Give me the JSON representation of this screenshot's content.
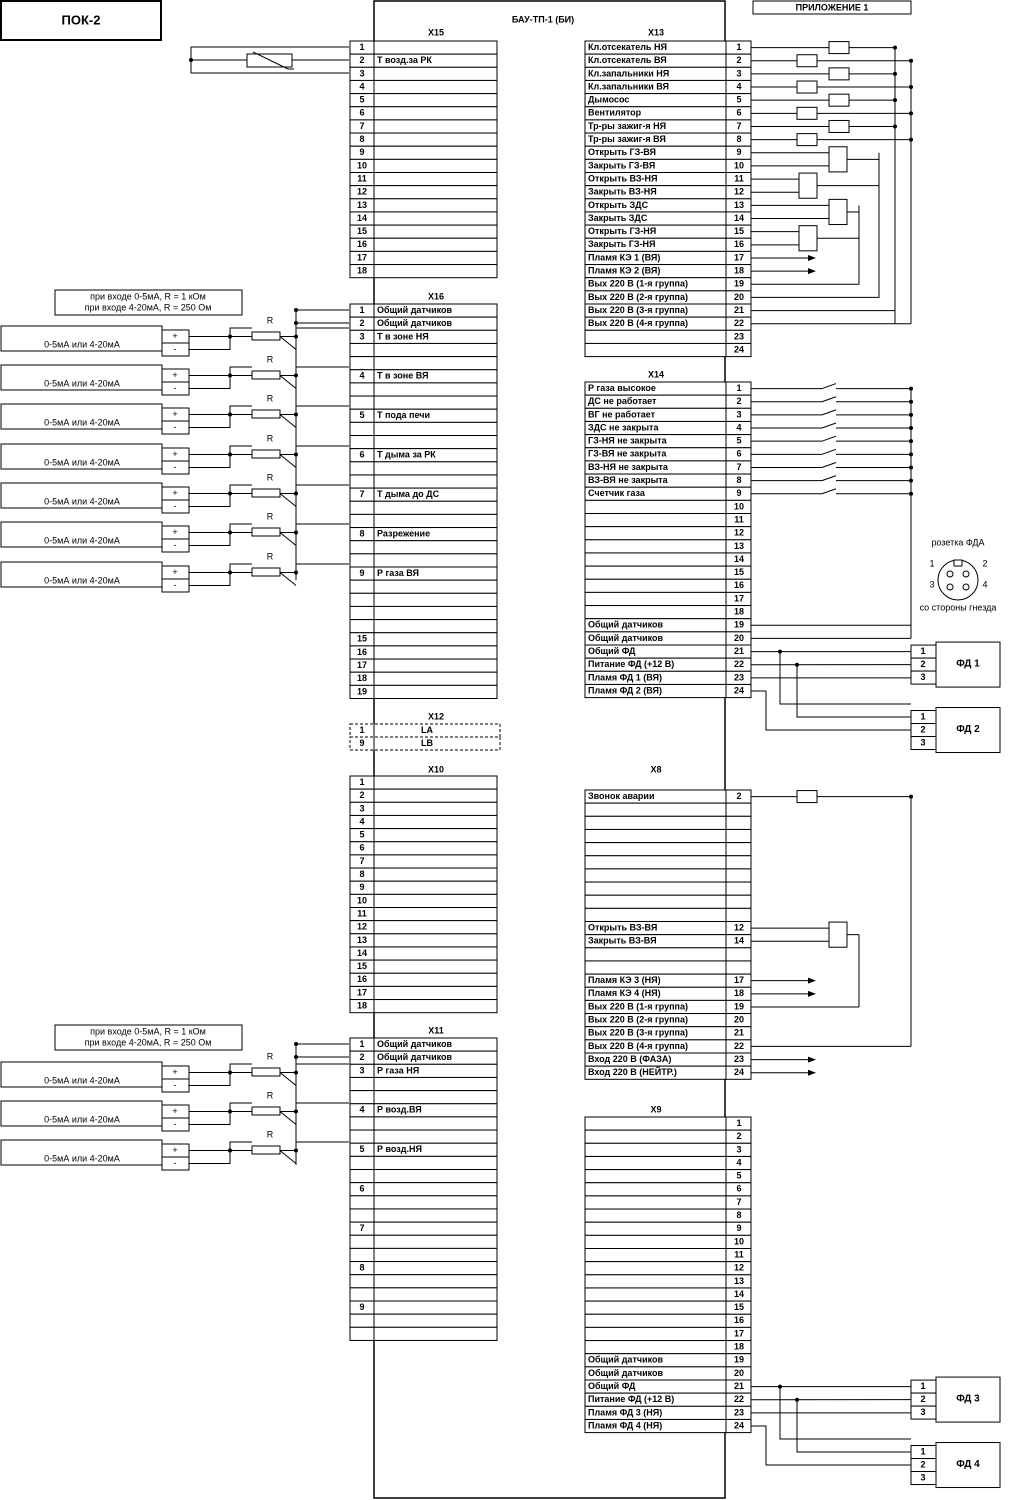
{
  "title_box": "ПОК-2",
  "appendix": "ПРИЛОЖЕНИЕ 1",
  "unit": "БАУ-ТП-1 (БИ)",
  "note_lines": [
    "при входе 0-5мА, R = 1 кОм",
    "при входе 4-20мА, R = 250 Ом"
  ],
  "sensor_label": "0-5мА или 4-20мА",
  "resistor_label": "R",
  "plus": "+",
  "minus": "-",
  "x15": {
    "title": "X15",
    "first": "Т возд.за РК"
  },
  "x16": {
    "title": "X16",
    "rows": [
      {
        "n": "1",
        "label": "Общий датчиков"
      },
      {
        "n": "2",
        "label": "Общий датчиков"
      },
      {
        "n": "3",
        "label": "Т в зоне НЯ"
      },
      {
        "n": "4",
        "label": "Т в зоне ВЯ"
      },
      {
        "n": "5",
        "label": "Т пода печи"
      },
      {
        "n": "6",
        "label": "Т дыма за РК"
      },
      {
        "n": "7",
        "label": "Т дыма до ДС"
      },
      {
        "n": "8",
        "label": "Разрежение"
      },
      {
        "n": "9",
        "label": "Р газа ВЯ"
      },
      {
        "n": "15",
        "label": ""
      },
      {
        "n": "16",
        "label": ""
      },
      {
        "n": "17",
        "label": ""
      },
      {
        "n": "18",
        "label": ""
      },
      {
        "n": "19",
        "label": ""
      }
    ]
  },
  "x12": {
    "title": "X12",
    "rows": [
      {
        "n": "1",
        "label": "LA"
      },
      {
        "n": "9",
        "label": "LB"
      }
    ]
  },
  "x10": {
    "title": "X10"
  },
  "x11": {
    "title": "X11",
    "rows": [
      {
        "n": "1",
        "label": "Общий датчиков"
      },
      {
        "n": "2",
        "label": "Общий датчиков"
      },
      {
        "n": "3",
        "label": "Р газа НЯ"
      },
      {
        "n": "4",
        "label": "Р возд.ВЯ"
      },
      {
        "n": "5",
        "label": "Р возд.НЯ"
      },
      {
        "n": "6",
        "label": ""
      },
      {
        "n": "7",
        "label": ""
      },
      {
        "n": "8",
        "label": ""
      },
      {
        "n": "9",
        "label": ""
      }
    ]
  },
  "x13": {
    "title": "X13",
    "rows": [
      "Кл.отсекатель НЯ",
      "Кл.отсекатель ВЯ",
      "Кл.запальники НЯ",
      "Кл.запальники ВЯ",
      "Дымосос",
      "Вентилятор",
      "Тр-ры зажиг-я НЯ",
      "Тр-ры зажиг-я ВЯ",
      "Открыть ГЗ-ВЯ",
      "Закрыть ГЗ-ВЯ",
      "Открыть ВЗ-НЯ",
      "Закрыть ВЗ-НЯ",
      "Открыть ЗДС",
      "Закрыть ЗДС",
      "Открыть ГЗ-НЯ",
      "Закрыть ГЗ-НЯ",
      "Пламя КЭ 1 (ВЯ)",
      "Пламя КЭ 2 (ВЯ)",
      "Вых 220 В (1-я группа)",
      "Вых 220 В (2-я группа)",
      "Вых 220 В (3-я группа)",
      "Вых 220 В (4-я группа)",
      "",
      ""
    ]
  },
  "x14": {
    "title": "X14",
    "rows": [
      "Р газа высокое",
      "ДС не работает",
      "ВГ не работает",
      "ЗДС не закрыта",
      "ГЗ-НЯ не закрыта",
      "ГЗ-ВЯ не закрыта",
      "ВЗ-НЯ не закрыта",
      "ВЗ-ВЯ не закрыта",
      "Счетчик газа",
      "",
      "",
      "",
      "",
      "",
      "",
      "",
      "",
      "",
      "Общий датчиков",
      "Общий датчиков",
      "Общий ФД",
      "Питание ФД (+12 В)",
      "Пламя ФД 1 (ВЯ)",
      "Пламя ФД 2 (ВЯ)"
    ]
  },
  "x8": {
    "title": "X8",
    "rows": [
      {
        "n": "2",
        "label": "Звонок аварии"
      },
      {
        "n": "",
        "label": ""
      },
      {
        "n": "",
        "label": ""
      },
      {
        "n": "",
        "label": ""
      },
      {
        "n": "",
        "label": ""
      },
      {
        "n": "",
        "label": ""
      },
      {
        "n": "",
        "label": ""
      },
      {
        "n": "",
        "label": ""
      },
      {
        "n": "",
        "label": ""
      },
      {
        "n": "",
        "label": ""
      },
      {
        "n": "12",
        "label": "Открыть ВЗ-ВЯ"
      },
      {
        "n": "14",
        "label": "Закрыть ВЗ-ВЯ"
      },
      {
        "n": "",
        "label": ""
      },
      {
        "n": "",
        "label": ""
      },
      {
        "n": "17",
        "label": "Пламя КЭ 3 (НЯ)"
      },
      {
        "n": "18",
        "label": "Пламя КЭ 4 (НЯ)"
      },
      {
        "n": "19",
        "label": "Вых 220 В (1-я группа)"
      },
      {
        "n": "20",
        "label": "Вых 220 В (2-я группа)"
      },
      {
        "n": "21",
        "label": "Вых 220 В (3-я группа)"
      },
      {
        "n": "22",
        "label": "Вых 220 В (4-я группа)"
      },
      {
        "n": "23",
        "label": "Вход 220 В (ФАЗА)"
      },
      {
        "n": "24",
        "label": "Вход 220 В (НЕЙТР.)"
      }
    ]
  },
  "x9": {
    "title": "X9",
    "rows": [
      "",
      "",
      "",
      "",
      "",
      "",
      "",
      "",
      "",
      "",
      "",
      "",
      "",
      "",
      "",
      "",
      "",
      "",
      "Общий датчиков",
      "Общий датчиков",
      "Общий ФД",
      "Питание ФД (+12 В)",
      "Пламя ФД 3 (НЯ)",
      "Пламя ФД 4 (НЯ)"
    ]
  },
  "socket": {
    "title": "розетка ФДА",
    "caption": "со стороны гнезда",
    "pins": [
      "1",
      "2",
      "3",
      "4"
    ]
  },
  "fd_labels": [
    "ФД 1",
    "ФД 2",
    "ФД 3",
    "ФД 4"
  ],
  "fd_pins": [
    "1",
    "2",
    "3"
  ]
}
